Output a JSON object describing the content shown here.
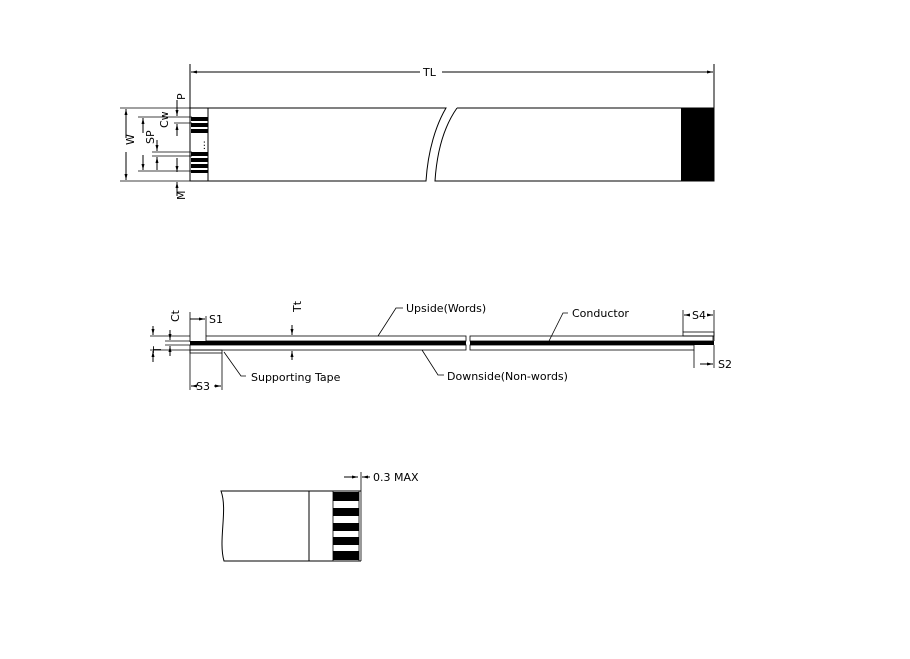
{
  "top_view": {
    "labels": {
      "total_length": "TL",
      "width": "W",
      "span_pitch": "SP",
      "conductor_width": "Cw",
      "pitch": "P",
      "margin": "M"
    },
    "ellipsis": "..."
  },
  "side_view": {
    "labels": {
      "s1": "S1",
      "s2": "S2",
      "s3": "S3",
      "s4": "S4",
      "thickness": "T",
      "conductor_thickness": "Ct",
      "tape_thickness": "Tt"
    },
    "callouts": {
      "upside": "Upside(Words)",
      "conductor": "Conductor",
      "downside": "Downside(Non-words)",
      "supporting_tape": "Supporting Tape"
    }
  },
  "detail_view": {
    "tolerance": "0.3 MAX"
  },
  "colors": {
    "line": "#000000",
    "background": "#ffffff"
  }
}
